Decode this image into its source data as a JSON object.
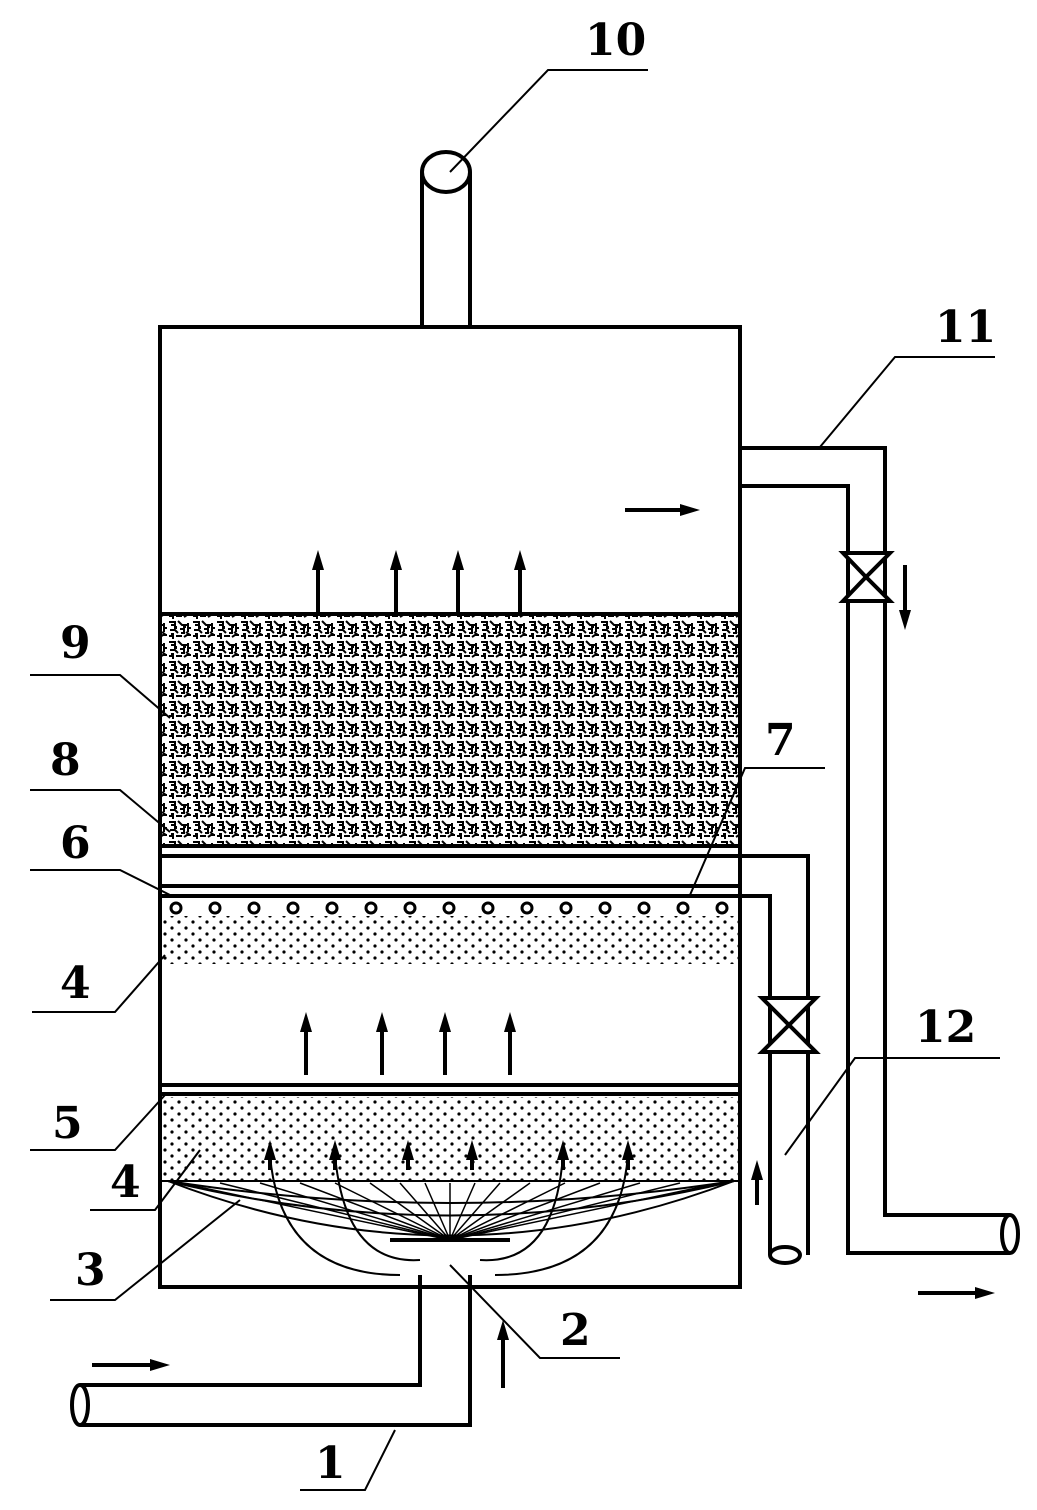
{
  "labels": {
    "l1": "1",
    "l2": "2",
    "l3": "3",
    "l4a": "4",
    "l4b": "4",
    "l5": "5",
    "l6": "6",
    "l7": "7",
    "l8": "8",
    "l9": "9",
    "l10": "10",
    "l11": "11",
    "l12": "12"
  },
  "colors": {
    "line": "#000000",
    "background": "#ffffff"
  }
}
